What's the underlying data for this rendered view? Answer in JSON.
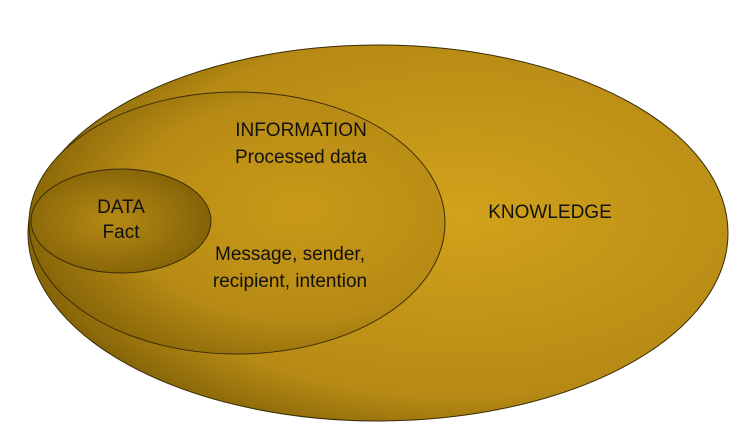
{
  "diagram": {
    "knowledge": {
      "label": "KNOWLEDGE"
    },
    "information": {
      "title": "INFORMATION",
      "subtitle": "Processed data",
      "note_line1": "Message, sender,",
      "note_line2": "recipient, intention"
    },
    "data": {
      "title": "DATA",
      "subtitle": "Fact"
    }
  },
  "colors": {
    "fill_light": "#d2a21c",
    "fill_mid": "#b68a14",
    "fill_dark": "#7f5f06",
    "outline": "#3a2c06"
  }
}
